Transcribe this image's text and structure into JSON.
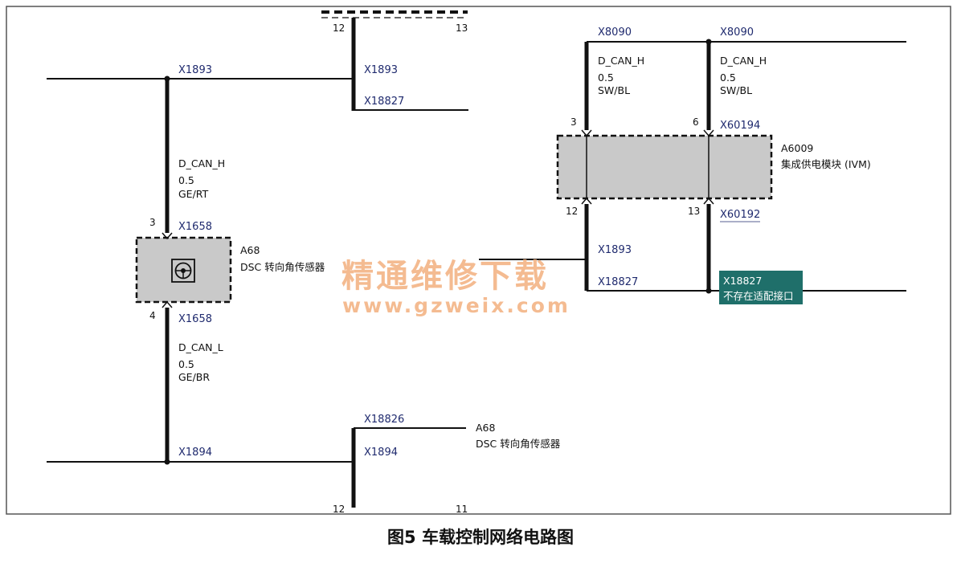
{
  "caption": "图5 车载控制网络电路图",
  "watermark": {
    "line1": "精通维修下载",
    "line2": "www.gzweix.com"
  },
  "left": {
    "x1893_top": "X1893",
    "x1893_right": "X1893",
    "x18827": "X18827",
    "pin12_top": "12",
    "pin13_top": "13",
    "can_h": {
      "name": "D_CAN_H",
      "size": "0.5",
      "color": "GE/RT"
    },
    "pin3": "3",
    "x1658_top": "X1658",
    "module_id": "A68",
    "module_name": "DSC 转向角传感器",
    "pin4": "4",
    "x1658_bottom": "X1658",
    "can_l": {
      "name": "D_CAN_L",
      "size": "0.5",
      "color": "GE/BR"
    },
    "x18826": "X18826",
    "a68_ref_id": "A68",
    "a68_ref_name": "DSC 转向角传感器",
    "x1894_bottom": "X1894",
    "x1894_right": "X1894",
    "pin12_bottom": "12",
    "pin11_bottom": "11"
  },
  "right": {
    "x8090_a": "X8090",
    "x8090_b": "X8090",
    "can_h_a": {
      "name": "D_CAN_H",
      "size": "0.5",
      "color": "SW/BL"
    },
    "can_h_b": {
      "name": "D_CAN_H",
      "size": "0.5",
      "color": "SW/BL"
    },
    "pin3": "3",
    "pin6": "6",
    "x60194": "X60194",
    "module_id": "A6009",
    "module_name": "集成供电模块 (IVM)",
    "pin12": "12",
    "pin13": "13",
    "x60192": "X60192",
    "x1893": "X1893",
    "x18827": "X18827",
    "tag_line1": "X18827",
    "tag_line2": "不存在适配接口"
  },
  "colors": {
    "wire": "#111111",
    "connector_text": "#1f2a6e",
    "module_fill": "#c9c9c9",
    "tag_bg": "#1f6f6a",
    "watermark": "#f3b07e"
  }
}
